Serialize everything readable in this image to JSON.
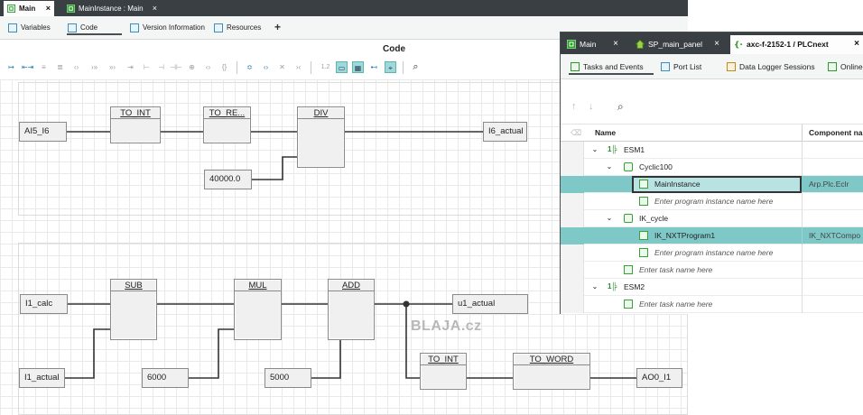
{
  "editor": {
    "doc_tabs": [
      {
        "label": "Main",
        "close": "×"
      },
      {
        "label": "MainInstance : Main",
        "close": "×"
      }
    ],
    "sub_tabs": [
      "Variables",
      "Code",
      "Version Information",
      "Resources"
    ],
    "add_tab": "+",
    "code_title": "Code",
    "toolbar": [
      "↦",
      "⇤⇥",
      "≡",
      "≣",
      "‹›",
      "›»",
      "»›",
      "⇥",
      "⊢",
      "⊣",
      "⊣⊢",
      "⊕",
      "‹›",
      "{}",
      "≎",
      "‹›",
      "✕",
      "›‹",
      "1.2",
      "▭",
      "▦",
      "⊷",
      "⌖",
      "⌕"
    ],
    "watermark": "BLAJA.cz",
    "network1": {
      "blocks": [
        "TO_INT",
        "TO_RE...",
        "DIV"
      ],
      "vars": [
        "AI5_I6",
        "40000.0",
        "I6_actual"
      ]
    },
    "network2": {
      "blocks": [
        "SUB",
        "MUL",
        "ADD",
        "TO_INT",
        "TO_WORD"
      ],
      "vars": [
        "I1_calc",
        "I1_actual",
        "6000",
        "5000",
        "u1_actual",
        "AO0_I1"
      ]
    }
  },
  "project": {
    "tabs": [
      {
        "label": "Main",
        "close": "×"
      },
      {
        "label": "SP_main_panel",
        "close": "×"
      },
      {
        "label": "axc-f-2152-1 / PLCnext",
        "close": "×"
      }
    ],
    "sub_tabs": [
      "Tasks and Events",
      "Port List",
      "Data Logger Sessions",
      "Online"
    ],
    "tools": {
      "up": "↑",
      "down": "↓",
      "search": "⌕"
    },
    "columns": {
      "name": "Name",
      "component": "Component na"
    },
    "rows": [
      {
        "chev": "⌄",
        "label": "ESM1",
        "comp": ""
      },
      {
        "chev": "⌄",
        "label": "Cyclic100",
        "comp": ""
      },
      {
        "chev": "",
        "label": "MainInstance",
        "comp": "Arp.Plc.Eclr"
      },
      {
        "chev": "",
        "label": "Enter program instance name here",
        "comp": ""
      },
      {
        "chev": "⌄",
        "label": "IK_cycle",
        "comp": ""
      },
      {
        "chev": "",
        "label": "IK_NXTProgram1",
        "comp": "IK_NXTCompo"
      },
      {
        "chev": "",
        "label": "Enter program instance name here",
        "comp": ""
      },
      {
        "chev": "",
        "label": "Enter task name here",
        "comp": ""
      },
      {
        "chev": "⌄",
        "label": "ESM2",
        "comp": ""
      },
      {
        "chev": "",
        "label": "Enter task name here",
        "comp": ""
      }
    ],
    "esm_icon": "1╠"
  },
  "colors": {
    "tab_bar": "#3a3f44",
    "selection": "#7fc8c8",
    "accent_green": "#38a038",
    "accent_blue": "#3d8fb8"
  }
}
